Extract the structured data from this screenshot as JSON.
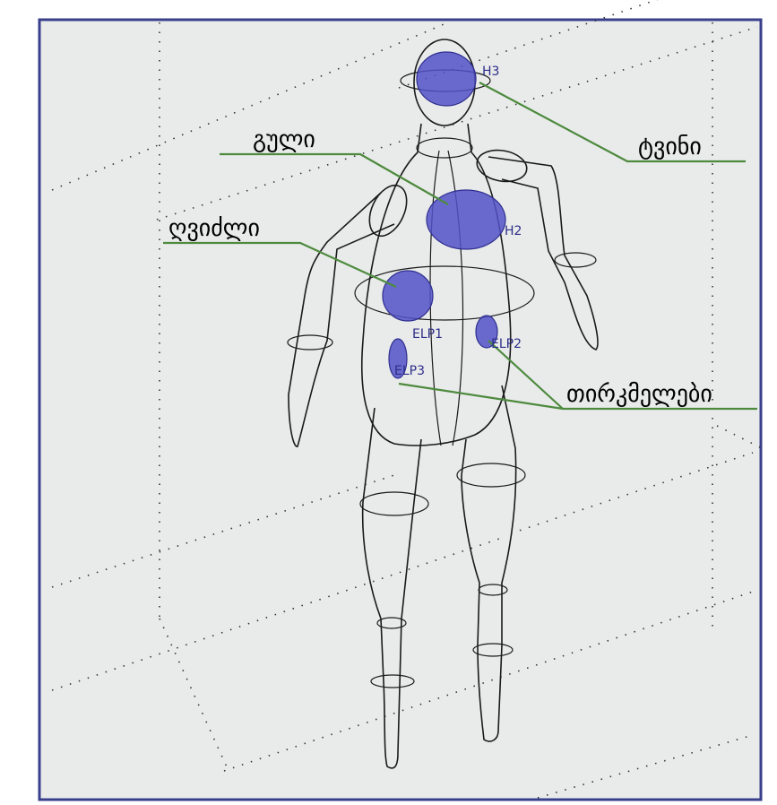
{
  "colors": {
    "frame": "#3a3f8c",
    "paper": "#e9ebea",
    "organ": "#5252c8",
    "leader": "#4d8a3e"
  },
  "labels": {
    "brain": "ტვინი",
    "heart": "გული",
    "liver": "ღვიძლი",
    "kidneys": "თირკმელები"
  },
  "codes": {
    "h3": "H3",
    "h2": "H2",
    "elp1": "ELP1",
    "elp2": "ELP2",
    "elp3": "ELP3"
  }
}
